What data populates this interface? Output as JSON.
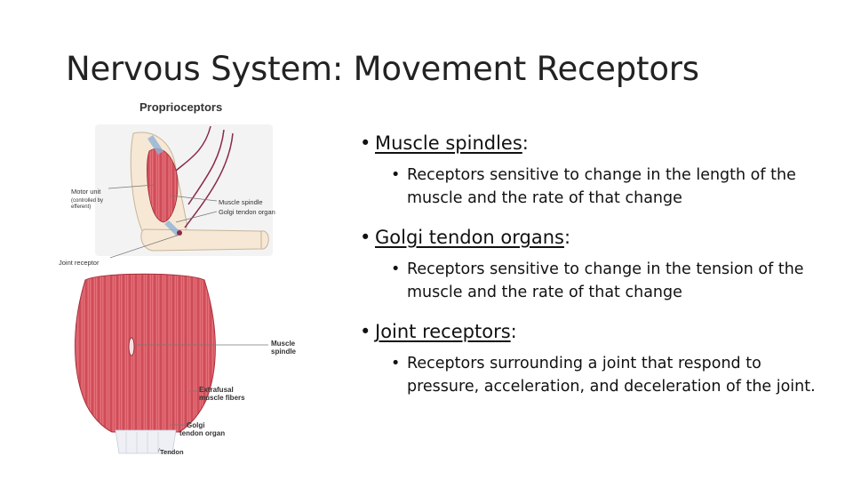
{
  "slide": {
    "title": "Nervous System: Movement Receptors"
  },
  "figure": {
    "top_heading": "Proprioceptors",
    "top_labels": {
      "motor_unit": "Motor unit",
      "motor_unit_note_1": "(controlled by",
      "motor_unit_note_2": "efferent)",
      "muscle_spindle": "Muscle spindle",
      "golgi_tendon_organ": "Golgi tendon organ",
      "joint_receptor": "Joint receptor"
    },
    "bottom_labels": {
      "muscle_spindle_1": "Muscle",
      "muscle_spindle_2": "spindle",
      "extrafusal_1": "Extrafusal",
      "extrafusal_2": "muscle fibers",
      "golgi_1": "Golgi",
      "golgi_2": "tendon organ",
      "tendon": "Tendon"
    }
  },
  "bullets": [
    {
      "term": "Muscle spindles",
      "colon": ":",
      "detail": "Receptors sensitive to change in the length of the muscle and the rate of that change"
    },
    {
      "term": "Golgi tendon organs",
      "colon": ":",
      "detail": "Receptors sensitive to change in the tension of the muscle and the rate of that change"
    },
    {
      "term": "Joint receptors",
      "colon": ":",
      "detail": "Receptors surrounding a joint that respond to pressure, acceleration, and deceleration of the joint."
    }
  ],
  "colors": {
    "muscle": "#e0616a",
    "muscle_dark": "#b8333f",
    "skin": "#f6e8d4",
    "tendon": "#dfe6f0",
    "nerve": "#8a2a4a"
  }
}
